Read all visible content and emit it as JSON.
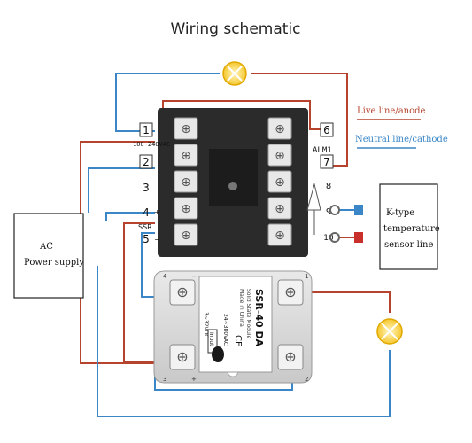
{
  "title": "Wiring schematic",
  "legend": {
    "live": "Live line/anode",
    "neutral": "Neutral line/cathode"
  },
  "controller": {
    "voltage": "100~240VAC",
    "alarm": "ALM1",
    "ssr": "SSR",
    "terminals": [
      "1",
      "2",
      "3",
      "4",
      "5",
      "6",
      "7",
      "8",
      "9",
      "10"
    ],
    "plus": "+",
    "minus": "−"
  },
  "power_supply": {
    "line1": "AC",
    "line2": "Power supply"
  },
  "sensor": {
    "line1": "K-type",
    "line2": "temperature",
    "line3": "sensor line"
  },
  "ssr_module": {
    "model": "SSR-40 DA",
    "subtitle1": "Solid State Module",
    "subtitle2": "Made in China",
    "input_label": "Input",
    "input_voltage": "3~32VDC",
    "output_voltage": "24~380VAC",
    "ce": "CE",
    "pin3": "3",
    "pin4": "4",
    "pin3_sign": "+",
    "pin4_sign": "−",
    "pin1": "1",
    "pin2": "2"
  },
  "colors": {
    "live": "#b5432e",
    "neutral": "#3b86c6",
    "lamp": "#f6c830",
    "controller_body": "#2b2b2b"
  }
}
